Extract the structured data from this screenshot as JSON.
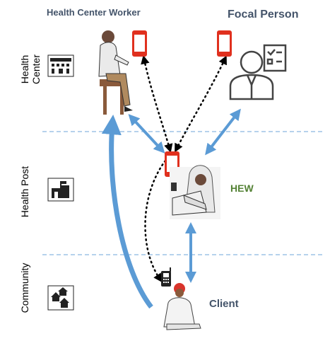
{
  "roles": {
    "health_center_worker": "Health Center Worker",
    "focal_person": "Focal Person",
    "hew": "HEW",
    "client": "Client"
  },
  "zones": {
    "health_center": [
      "Health",
      "Center"
    ],
    "health_post": "Health Post",
    "community": "Community"
  },
  "colors": {
    "arrow_blue": "#5b9bd5",
    "phone_red": "#e0301e",
    "divider": "#9dc3e6",
    "title_gray": "#44546a",
    "hew_green": "#548235"
  },
  "icons": [
    "health-center-building-icon",
    "health-post-building-icon",
    "community-huts-icon",
    "red-smartphone-icon",
    "feature-phone-icon",
    "focal-person-icon"
  ]
}
